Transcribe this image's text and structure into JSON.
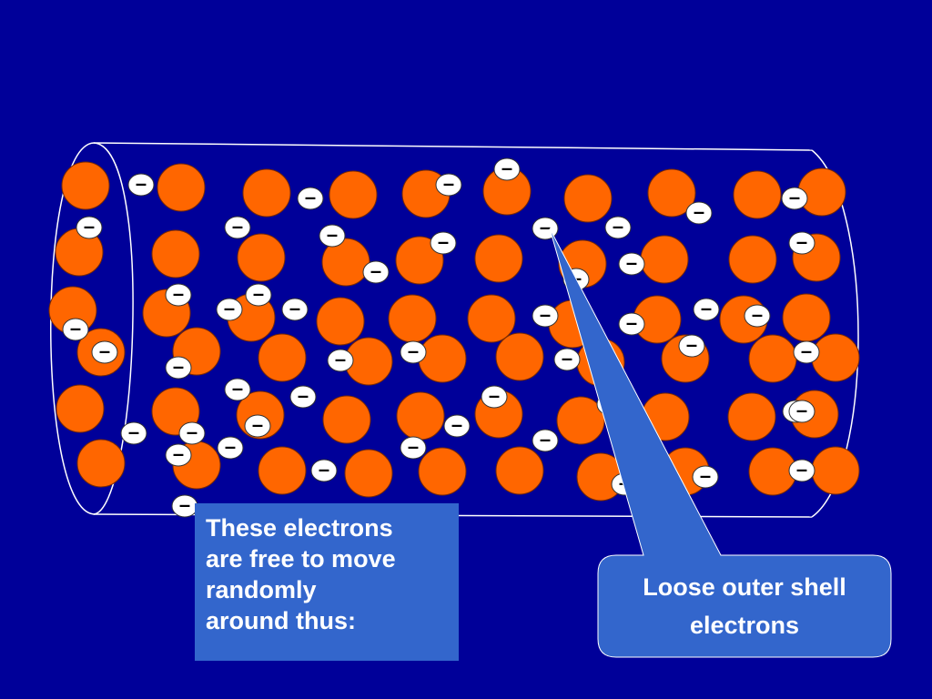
{
  "colors": {
    "background": "#000099",
    "ion": "#FF6600",
    "electron": "#FFFFFF",
    "label_box": "#3366CC",
    "outline": "#FFFFFF"
  },
  "labels": {
    "free_electrons": {
      "lines": [
        "These electrons",
        "are free to move",
        "randomly",
        "around thus:"
      ]
    },
    "loose_electrons": {
      "lines": [
        "Loose outer shell",
        "electrons"
      ]
    },
    "electron_sign": "–"
  }
}
